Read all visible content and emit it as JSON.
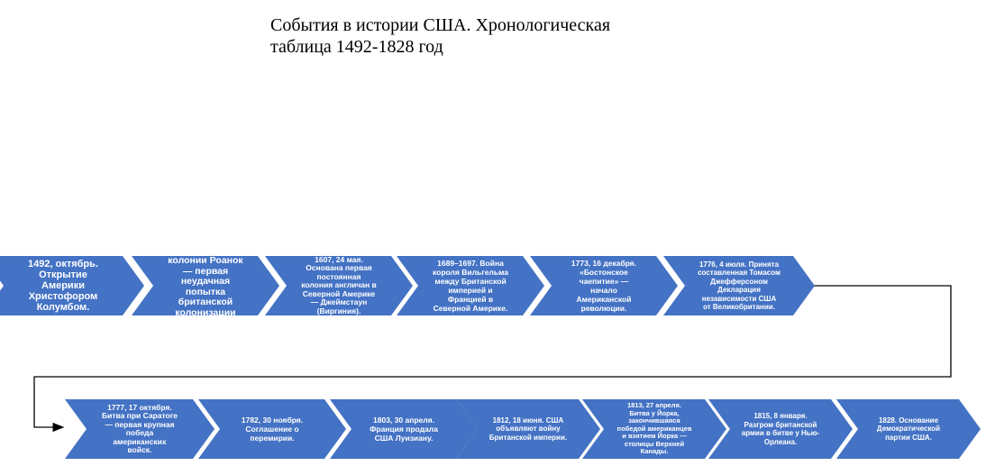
{
  "title": "События в истории США. Хронологическая\nтаблица 1492-1828 год",
  "colors": {
    "chevron": "#4472c4",
    "text": "#ffffff",
    "connector": "#000000"
  },
  "row1": [
    "1492, октябрь.\nОткрытие\nАмерики\nХристофором\nКолумбом.",
    "колонии Роанок\n— первая\nнеудачная\nпопытка\nбританской\nколонизации",
    "1607, 24 мая.\nОснована первая\nпостоянная\nколония англичан в\nСеверной Америке\n— Джеймстаун\n(Виргиния).",
    "1689–1697. Война\nкороля Вильгельма\nмежду Британской\nимперией и\nФранцией в\nСеверной Америке.",
    "1773, 16 декабря.\n«Бостонское\nчаепитие» —\nначало\nАмериканской\nреволюции.",
    "1776, 4 июля. Принята\nсоставленная Томасом\nДжефферсоном\nДекларация\nнезависимости США\nот Великобритании."
  ],
  "row2": [
    "1777, 17 октября.\nБитва при Саратоге\n— первая крупная\nпобеда\nамериканских\nвойск.",
    "1782, 30 ноября.\nСоглашение о\nперемирии.",
    "1803, 30 апреля.\nФранция продала\nСША Луизиану.",
    "1812, 18 июня. США\nобъявляют войну\nБританской империи.",
    "1813, 27 апреля.\nБитва у Йорка,\nзакончившаяся\nпобедой американцев\nи взятием Йорка —\nстолицы Верхней\nКанады.",
    "1815, 8 января.\nРазгром британской\nармии в битве у Нью-\nОрлеана.",
    "1828. Основание\nДемократической\nпартии США."
  ]
}
